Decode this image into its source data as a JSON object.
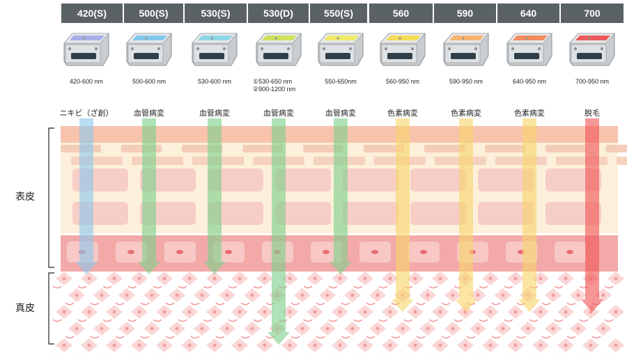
{
  "filters": [
    {
      "code": "420(S)",
      "range": [
        "420-600 nm"
      ],
      "indication": "ニキビ（ざ創）",
      "color": "#a7aee6",
      "depth": "epidermis-base"
    },
    {
      "code": "500(S)",
      "range": [
        "500-600 nm"
      ],
      "indication": "血管病変",
      "color": "#84c8ef",
      "depth": "epidermis-base"
    },
    {
      "code": "530(S)",
      "range": [
        "530-600 nm"
      ],
      "indication": "血管病変",
      "color": "#8fd6e8",
      "depth": "epidermis-base"
    },
    {
      "code": "530(D)",
      "range": [
        "①530-650 nm",
        "②900-1200 nm"
      ],
      "indication": "血管病変",
      "color": "#cfe05a",
      "depth": "dermis"
    },
    {
      "code": "550(S)",
      "range": [
        "550-650nm"
      ],
      "indication": "血管病変",
      "color": "#f0ea6a",
      "depth": "epidermis-base"
    },
    {
      "code": "560",
      "range": [
        "560-950 nm"
      ],
      "indication": "色素病変",
      "color": "#f6dc55",
      "depth": "upper-dermis"
    },
    {
      "code": "590",
      "range": [
        "590-950 nm"
      ],
      "indication": "色素病変",
      "color": "#f7b56d",
      "depth": "upper-dermis"
    },
    {
      "code": "640",
      "range": [
        "640-950 nm"
      ],
      "indication": "色素病変",
      "color": "#f28b60",
      "depth": "upper-dermis"
    },
    {
      "code": "700",
      "range": [
        "700-950 nm"
      ],
      "indication": "脱毛",
      "color": "#ee5a5a",
      "depth": "upper-dermis"
    }
  ],
  "layers": {
    "epidermis": "表皮",
    "dermis": "真皮"
  },
  "colors": {
    "header": "#5b6266",
    "green_arrow": "#7ed08a",
    "blue_arrow": "#8cc8ec",
    "yellow_arrow": "#f7d56a",
    "red_arrow": "#f05656"
  }
}
